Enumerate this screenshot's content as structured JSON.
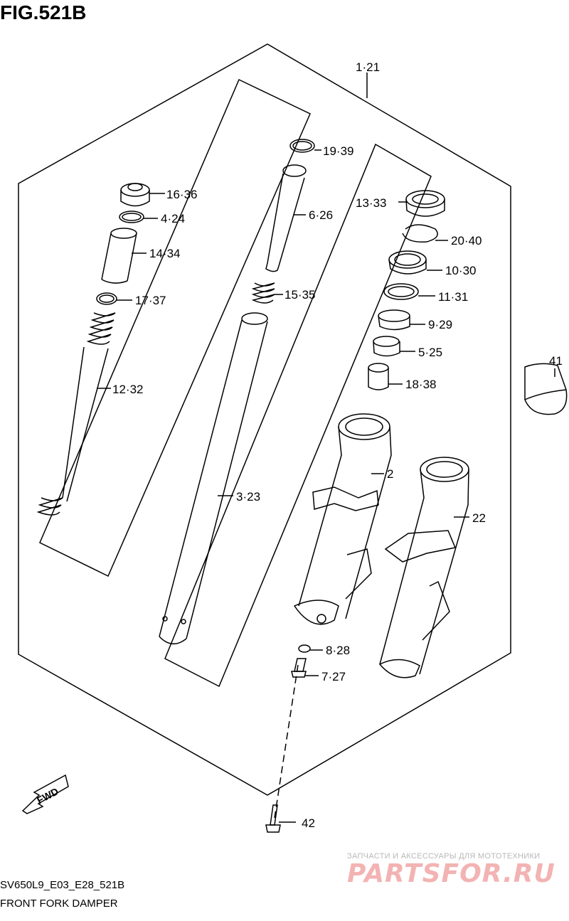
{
  "figure": {
    "title": "FIG.521B",
    "code": "SV650L9_E03_E28_521B",
    "name": "FRONT FORK DAMPER",
    "fwd_label": "FWD"
  },
  "watermark": {
    "line1": "ЗАПЧАСТИ И АКСЕССУАРЫ ДЛЯ МОТОТЕХНИКИ",
    "line2": "PARTSFOR.RU"
  },
  "callouts": [
    {
      "id": "c1",
      "text": "1·21"
    },
    {
      "id": "c19",
      "text": "19·39"
    },
    {
      "id": "c16",
      "text": "16·36"
    },
    {
      "id": "c4",
      "text": "4·24"
    },
    {
      "id": "c6",
      "text": "6·26"
    },
    {
      "id": "c13",
      "text": "13·33"
    },
    {
      "id": "c14",
      "text": "14·34"
    },
    {
      "id": "c20",
      "text": "20·40"
    },
    {
      "id": "c10",
      "text": "10·30"
    },
    {
      "id": "c15",
      "text": "15·35"
    },
    {
      "id": "c11",
      "text": "11·31"
    },
    {
      "id": "c17",
      "text": "17·37"
    },
    {
      "id": "c9",
      "text": "9·29"
    },
    {
      "id": "c5",
      "text": "5·25"
    },
    {
      "id": "c41",
      "text": "41"
    },
    {
      "id": "c12",
      "text": "12·32"
    },
    {
      "id": "c18",
      "text": "18·38"
    },
    {
      "id": "c2",
      "text": "2"
    },
    {
      "id": "c3",
      "text": "3·23"
    },
    {
      "id": "c22",
      "text": "22"
    },
    {
      "id": "c8",
      "text": "8·28"
    },
    {
      "id": "c7",
      "text": "7·27"
    },
    {
      "id": "c42",
      "text": "42"
    }
  ]
}
